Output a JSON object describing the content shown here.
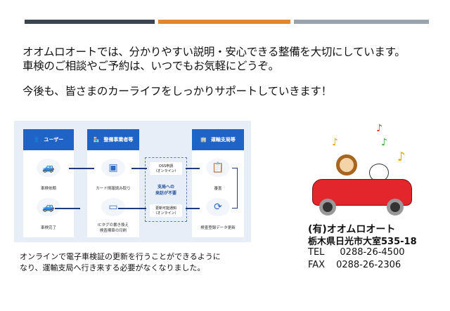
{
  "colors": {
    "bar1": "#3c4450",
    "bar2": "#e5862a",
    "bar3": "#9aa3ad",
    "brand_blue": "#1f63c6"
  },
  "text": {
    "line1": "オオムロオートでは、分かりやすい説明・安心できる整備を大切にしています。",
    "line2": "車検のご相談やご予約は、いつでもお気軽にどうぞ。",
    "line3": "今後も、皆さまのカーライフをしっかりサポートしていきます！"
  },
  "diagram": {
    "col_user": "ユーザー",
    "col_shop": "整備事業者等",
    "col_office": "運輸支局等",
    "n1": "車検依頼",
    "n2": "カード情報読み取り",
    "n3": "審査",
    "n4": "車検完了",
    "n5a": "ICタグの書き換え",
    "n5b": "検査標章の印刷",
    "n6": "検査登録データ更新",
    "p1a": "OSS申請",
    "p1b": "（オンライン）",
    "mid_a": "支局への",
    "mid_b": "来訪が不要",
    "p2a": "更新可能通知",
    "p2b": "（オンライン）"
  },
  "caption": {
    "line1": "オンラインで電子車検証の更新を行うことができるように",
    "line2": "なり、運輸支局へ行き来する必要がなくなりました。"
  },
  "company": {
    "name": "(有)オオムロオート",
    "address": "栃木県日光市大室535-18",
    "tel_label": "TEL",
    "tel": "0288-26-4500",
    "fax_label": "FAX",
    "fax": "0288-26-2306"
  }
}
